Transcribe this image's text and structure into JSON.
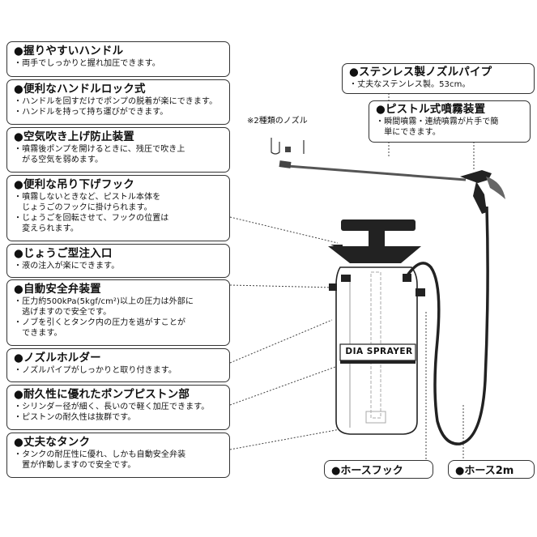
{
  "features": [
    {
      "title": "●握りやすいハンドル",
      "lines": [
        "・両手でしっかりと握れ加圧できます。"
      ]
    },
    {
      "title": "●便利なハンドルロック式",
      "lines": [
        "・ハンドルを回すだけでポンプの脱着が楽にできます。",
        "・ハンドルを持って持ち運びができます。"
      ]
    },
    {
      "title": "●空気吹き上げ防止装置",
      "lines": [
        "・噴霧後ポンプを開けるときに、残圧で吹き上",
        "　がる空気を弱めます。"
      ]
    },
    {
      "title": "●便利な吊り下げフック",
      "lines": [
        "・噴霧しないときなど、ピストル本体を",
        "　じょうごのフックに掛けられます。",
        "・じょうごを回転させて、フックの位置は",
        "　変えられます。"
      ]
    },
    {
      "title": "●じょうご型注入口",
      "lines": [
        "・液の注入が楽にできます。"
      ]
    },
    {
      "title": "●自動安全弁装置",
      "lines": [
        "・圧力約500kPa(5kgf/cm²)以上の圧力は外部に",
        "　逃げますので安全です。",
        "・ノブを引くとタンク内の圧力を逃がすことが",
        "　できます。"
      ]
    },
    {
      "title": "●ノズルホルダー",
      "lines": [
        "・ノズルパイプがしっかりと取り付きます。"
      ]
    },
    {
      "title": "●耐久性に優れたポンプピストン部",
      "lines": [
        "・シリンダー径が細く、長いので軽く加圧できます。",
        "・ピストンの耐久性は抜群です。"
      ]
    },
    {
      "title": "●丈夫なタンク",
      "lines": [
        "・タンクの耐圧性に優れ、しかも自動安全弁装",
        "　置が作動しますので安全です。"
      ]
    }
  ],
  "nozzle_pipe": {
    "title": "●ステンレス製ノズルパイプ",
    "line": "・丈夫なステンレス製。53cm。"
  },
  "pistol": {
    "title": "●ピストル式噴霧装置",
    "lines": [
      "・瞬間噴霧・連続噴霧が片手で簡",
      "　単にできます。"
    ]
  },
  "nozzle_note": "※2種類のノズル",
  "tank_label": "DIA SPRAYER",
  "hose_hook": "●ホースフック",
  "hose": "●ホース2m"
}
